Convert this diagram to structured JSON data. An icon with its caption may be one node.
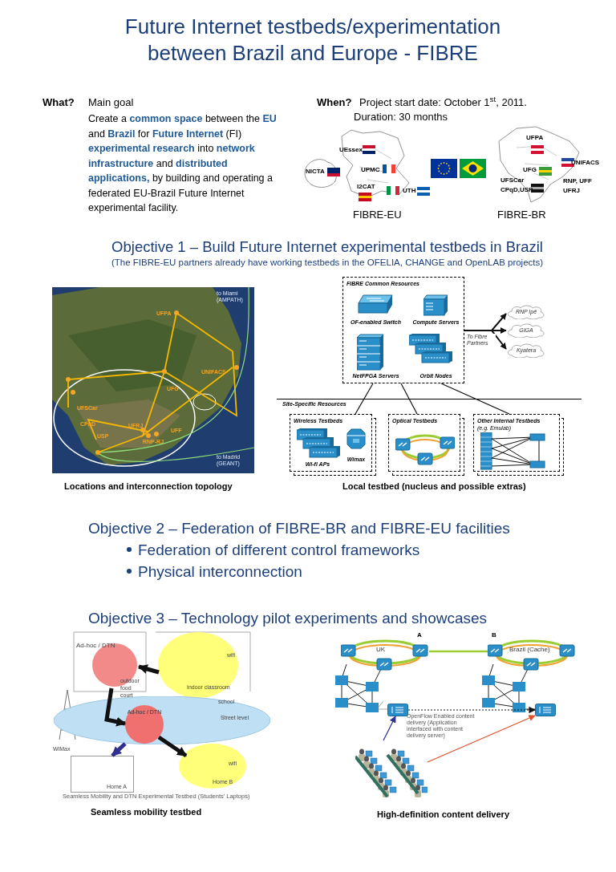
{
  "diagram": {
    "title": "Future Internet testbeds/experimentation between Brazil and Europe - FIBRE",
    "nodes": [
      {
        "text": [
          "FIBRE Common Resources"
        ]
      },
      {
        "text": [
          "OF-enabled Switch"
        ],
        "in": 0
      },
      {
        "text": [
          "Compute Servers"
        ],
        "in": 0
      },
      {
        "text": [
          "NetFPGA Servers"
        ],
        "in": 0
      },
      {
        "text": [
          "Orbit Nodes"
        ],
        "in": 0
      },
      {
        "text": [
          "RNP Ipê"
        ]
      },
      {
        "text": [
          "GIGA"
        ]
      },
      {
        "text": [
          "Kyatera"
        ]
      },
      {
        "text": [
          "Wireless Testbeds"
        ]
      },
      {
        "text": [
          "Wi-fi APs"
        ],
        "in": 8
      },
      {
        "text": [
          "Wimax"
        ],
        "in": 8
      },
      {
        "text": [
          "Optical Testbeds"
        ]
      },
      {
        "text": [
          "Other Internal Testbeds",
          "(e.g. Emulab)"
        ]
      },
      {
        "text": [
          "Ad-hoc / DTN"
        ]
      },
      {
        "text": [
          "wifi",
          "Indoor classroom"
        ]
      },
      {
        "text": [
          "school",
          "Street level"
        ]
      },
      {
        "text": [
          "Ad-hoc / DTN"
        ],
        "in": 15
      },
      {
        "text": [
          "Home A"
        ]
      },
      {
        "text": [
          "wifi",
          "Home B"
        ]
      },
      {
        "text": [
          "UK"
        ],
        "beside": [
          "A"
        ]
      },
      {
        "text": [
          "Brazil (Cache)"
        ],
        "beside": [
          "B"
        ]
      },
      {
        "text": [],
        "shape": "picture"
      },
      {
        "text": [],
        "shape": "picture"
      },
      {
        "text": [],
        "shape": "picture"
      }
    ],
    "edges": [
      {
        "from": 0,
        "to": 5,
        "arrow": "to"
      },
      {
        "from": 0,
        "to": 6,
        "arrow": "to",
        "label": "To Fibre Partners"
      },
      {
        "from": 0,
        "to": 7,
        "arrow": "to"
      },
      {
        "from": 0,
        "to": 8,
        "arrow": "none"
      },
      {
        "from": 0,
        "to": 11,
        "arrow": "none"
      },
      {
        "from": 0,
        "to": 12,
        "arrow": "none"
      },
      {
        "from": 14,
        "to": 13,
        "arrow": "to",
        "style": "thick"
      },
      {
        "from": 13,
        "to": 16,
        "arrow": "to",
        "style": "thick"
      },
      {
        "from": 16,
        "to": 18,
        "arrow": "to",
        "style": "thick"
      },
      {
        "from": 15,
        "to": 17,
        "arrow": "to",
        "style": "thick",
        "color": "#2e3192"
      },
      {
        "from": 19,
        "to": 20,
        "arrow": "none",
        "color": "#9acd32"
      },
      {
        "from": 21,
        "to": 22,
        "arrow": "to",
        "style": "dashed"
      },
      {
        "from": 23,
        "to": 21,
        "arrow": "to",
        "color": "#2e3192"
      },
      {
        "from": 23,
        "to": 22,
        "arrow": "to",
        "color": "#e2502a"
      }
    ],
    "labels": [
      "What?",
      "Main goal",
      "Create a **common space** between the **EU** and **Brazil** for **Future Internet** (FI) **experimental research** into **network infrastructure** and **distributed applications,** by building and operating a federated EU-Brazil Future Internet experimental facility.",
      "When?",
      "Project start date: October 1$^{st}$, 2011.",
      "Duration: 30 months",
      "NICTA",
      "UEssex",
      "UPMC",
      "I2CAT",
      "UTH",
      "FIBRE-EU",
      "UFPA",
      "UNIFACS",
      "UFG",
      "UFSCar",
      "CPqD,USP",
      "RNP, UFF",
      "UFRJ",
      "FIBRE-BR",
      "Objective 1 – Build Future Internet experimental testbeds in Brazil",
      "(The FIBRE-EU partners already have working testbeds in the OFELIA, CHANGE and OpenLAB projects)",
      "to Miami (AMPATH)",
      "UFPA",
      "UNIFACS",
      "UFG",
      "UFSCar",
      "CPqD",
      "UFRJ",
      "UFF",
      "USP",
      "RNP-RJ",
      "to Madrid (GEANT)",
      "Locations and interconnection topology",
      "Site-Specific Resources",
      "Local testbed (nucleus and possible extras)",
      "Objective 2 – Federation of FIBRE-BR and FIBRE-EU facilities",
      "Federation of different control frameworks",
      "Physical interconnection",
      "Objective 3 – Technology pilot experiments and showcases",
      "outdoor food court",
      "WiMax",
      "Seamless Mobility and DTN Experimental Testbed (Students’ Laptops)",
      "Seamless mobility testbed",
      "OpenFlow Enabled content delivery (Application interfaced with content delivery server)",
      "High-definition content delivery"
    ]
  }
}
